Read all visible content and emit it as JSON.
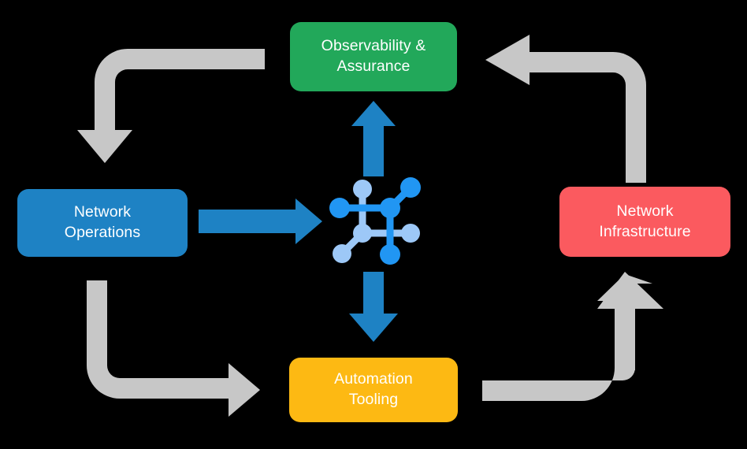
{
  "diagram": {
    "title": "Network automation closed-loop cycle",
    "background_color": "#000000",
    "blue_arrow_color": "#1e82c4",
    "gray_arrow_color": "#c7c7c7",
    "icon": {
      "name": "network-mesh-icon",
      "light_color": "#9dc8f7",
      "bright_color": "#2196f3"
    }
  },
  "nodes": {
    "observability": {
      "label": "Observability &\nAssurance",
      "color": "#22a85a",
      "text_color": "#ffffff"
    },
    "operations": {
      "label": "Network\nOperations",
      "color": "#1e82c4",
      "text_color": "#ffffff"
    },
    "infrastructure": {
      "label": "Network\nInfrastructure",
      "color": "#fb5a5f",
      "text_color": "#ffffff"
    },
    "automation": {
      "label": "Automation\nTooling",
      "color": "#fdb913",
      "text_color": "#ffffff"
    }
  },
  "connectors": {
    "ops_to_center": {
      "name": "Network Operations to network mesh",
      "style": "solid",
      "color": "#1e82c4",
      "direction": "right"
    },
    "center_to_observability": {
      "name": "network mesh to Observability & Assurance",
      "style": "solid",
      "color": "#1e82c4",
      "direction": "up"
    },
    "center_to_automation": {
      "name": "network mesh to Automation Tooling",
      "style": "solid",
      "color": "#1e82c4",
      "direction": "down"
    },
    "observability_to_ops": {
      "name": "Observability & Assurance to Network Operations",
      "style": "elbow",
      "color": "#c7c7c7",
      "direction": "down-left"
    },
    "infrastructure_to_observability": {
      "name": "Network Infrastructure to Observability & Assurance",
      "style": "elbow",
      "color": "#c7c7c7",
      "direction": "up-left"
    },
    "ops_to_automation": {
      "name": "Network Operations to Automation Tooling",
      "style": "elbow",
      "color": "#c7c7c7",
      "direction": "down-right"
    },
    "automation_to_infrastructure": {
      "name": "Automation Tooling to Network Infrastructure",
      "style": "elbow",
      "color": "#c7c7c7",
      "direction": "right-up"
    }
  }
}
